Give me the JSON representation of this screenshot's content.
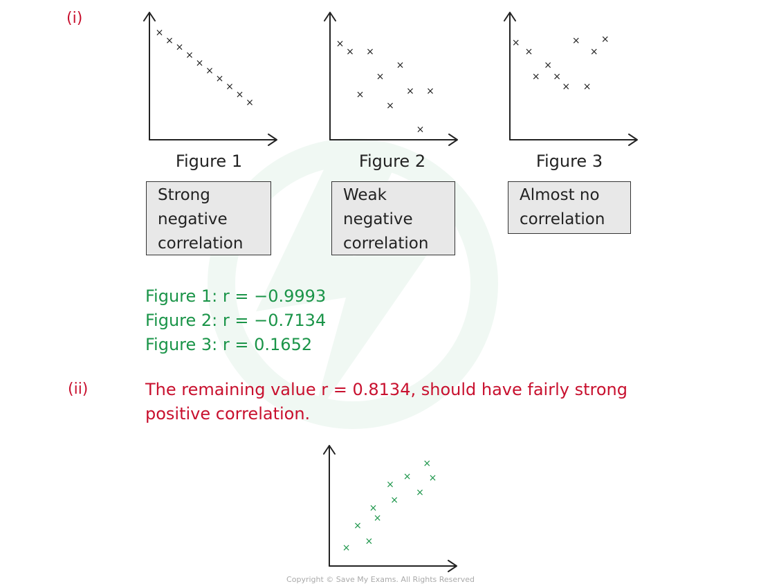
{
  "part_i": {
    "label": "(i)"
  },
  "figures": [
    {
      "caption": "Figure 1",
      "description": [
        "Strong",
        "negative",
        "correlation"
      ],
      "r_line": "Figure 1: r = −0.9993",
      "chart_data": {
        "type": "scatter",
        "marker": "x",
        "color": "#222222",
        "points": [
          [
            1,
            9.5
          ],
          [
            2,
            8.8
          ],
          [
            3,
            8.2
          ],
          [
            4,
            7.5
          ],
          [
            5,
            6.8
          ],
          [
            6,
            6.1
          ],
          [
            7,
            5.4
          ],
          [
            8,
            4.7
          ],
          [
            9,
            4.0
          ],
          [
            10,
            3.3
          ]
        ],
        "xlim": [
          0,
          12
        ],
        "ylim": [
          0,
          11
        ]
      }
    },
    {
      "caption": "Figure 2",
      "description": [
        "Weak",
        "negative",
        "correlation"
      ],
      "r_line": "Figure 2: r = −0.7134",
      "chart_data": {
        "type": "scatter",
        "marker": "x",
        "color": "#222222",
        "points": [
          [
            1,
            8.5
          ],
          [
            2,
            7.8
          ],
          [
            3,
            4.0
          ],
          [
            4,
            7.8
          ],
          [
            5,
            5.6
          ],
          [
            6,
            3.0
          ],
          [
            7,
            6.6
          ],
          [
            8,
            4.3
          ],
          [
            9,
            0.9
          ],
          [
            10,
            4.3
          ]
        ],
        "xlim": [
          0,
          12
        ],
        "ylim": [
          0,
          11
        ]
      }
    },
    {
      "caption": "Figure 3",
      "description": [
        "Almost no",
        "correlation"
      ],
      "r_line": "Figure 3: r =  0.1652",
      "chart_data": {
        "type": "scatter",
        "marker": "x",
        "color": "#222222",
        "points": [
          [
            0.6,
            8.6
          ],
          [
            1.9,
            7.8
          ],
          [
            2.6,
            5.6
          ],
          [
            3.8,
            6.6
          ],
          [
            4.7,
            5.6
          ],
          [
            5.6,
            4.7
          ],
          [
            6.6,
            8.8
          ],
          [
            7.7,
            4.7
          ],
          [
            8.4,
            7.8
          ],
          [
            9.5,
            8.9
          ]
        ],
        "xlim": [
          0,
          12
        ],
        "ylim": [
          0,
          11
        ]
      }
    }
  ],
  "part_ii": {
    "label": "(ii)",
    "answer": "The remaining value r = 0.8134, should have fairly strong positive correlation.",
    "chart_data": {
      "type": "scatter",
      "marker": "x",
      "color": "#1a9448",
      "points": [
        [
          1.2,
          1.6
        ],
        [
          2.0,
          3.6
        ],
        [
          2.8,
          2.2
        ],
        [
          3.1,
          5.2
        ],
        [
          3.4,
          4.3
        ],
        [
          4.3,
          7.3
        ],
        [
          4.6,
          5.9
        ],
        [
          5.5,
          8.0
        ],
        [
          6.4,
          6.6
        ],
        [
          6.9,
          9.2
        ],
        [
          7.3,
          7.9
        ]
      ],
      "xlim": [
        0,
        8.5
      ],
      "ylim": [
        0,
        10.5
      ]
    }
  },
  "copyright": "Copyright © Save My Exams. All Rights Reserved"
}
